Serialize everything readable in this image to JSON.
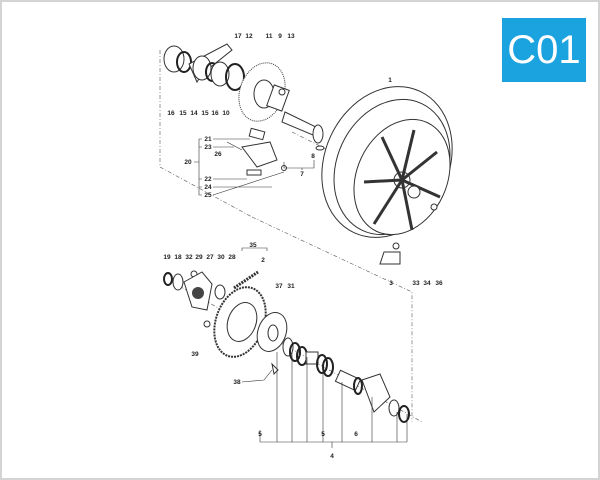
{
  "badge": {
    "code": "C01",
    "color": "#1ba3df"
  },
  "labels": [
    "16",
    "15",
    "14",
    "15",
    "16",
    "10",
    "17",
    "12",
    "11",
    "9",
    "13",
    "1",
    "21",
    "23",
    "26",
    "20",
    "22",
    "24",
    "25",
    "8",
    "7",
    "33",
    "34",
    "36",
    "3",
    "19",
    "18",
    "32",
    "29",
    "27",
    "30",
    "28",
    "35",
    "2",
    "37",
    "31",
    "39",
    "38",
    "5",
    "5",
    "6",
    "4"
  ]
}
